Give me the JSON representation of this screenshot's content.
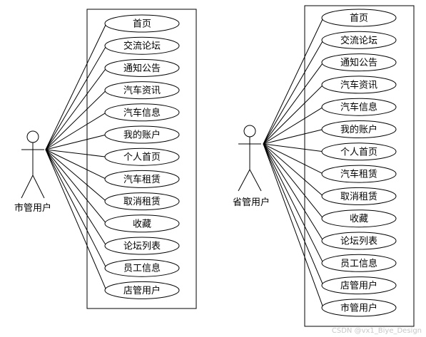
{
  "left_system": {
    "actor": "市管用户",
    "use_cases": [
      "首页",
      "交流论坛",
      "通知公告",
      "汽车资讯",
      "汽车信息",
      "我的账户",
      "个人首页",
      "汽车租赁",
      "取消租赁",
      "收藏",
      "论坛列表",
      "员工信息",
      "店管用户"
    ]
  },
  "right_system": {
    "actor": "省管用户",
    "use_cases": [
      "首页",
      "交流论坛",
      "通知公告",
      "汽车资讯",
      "汽车信息",
      "我的账户",
      "个人首页",
      "汽车租赁",
      "取消租赁",
      "收藏",
      "论坛列表",
      "员工信息",
      "店管用户",
      "市管用户"
    ]
  },
  "watermark": "CSDN @vx1_Biye_Design"
}
